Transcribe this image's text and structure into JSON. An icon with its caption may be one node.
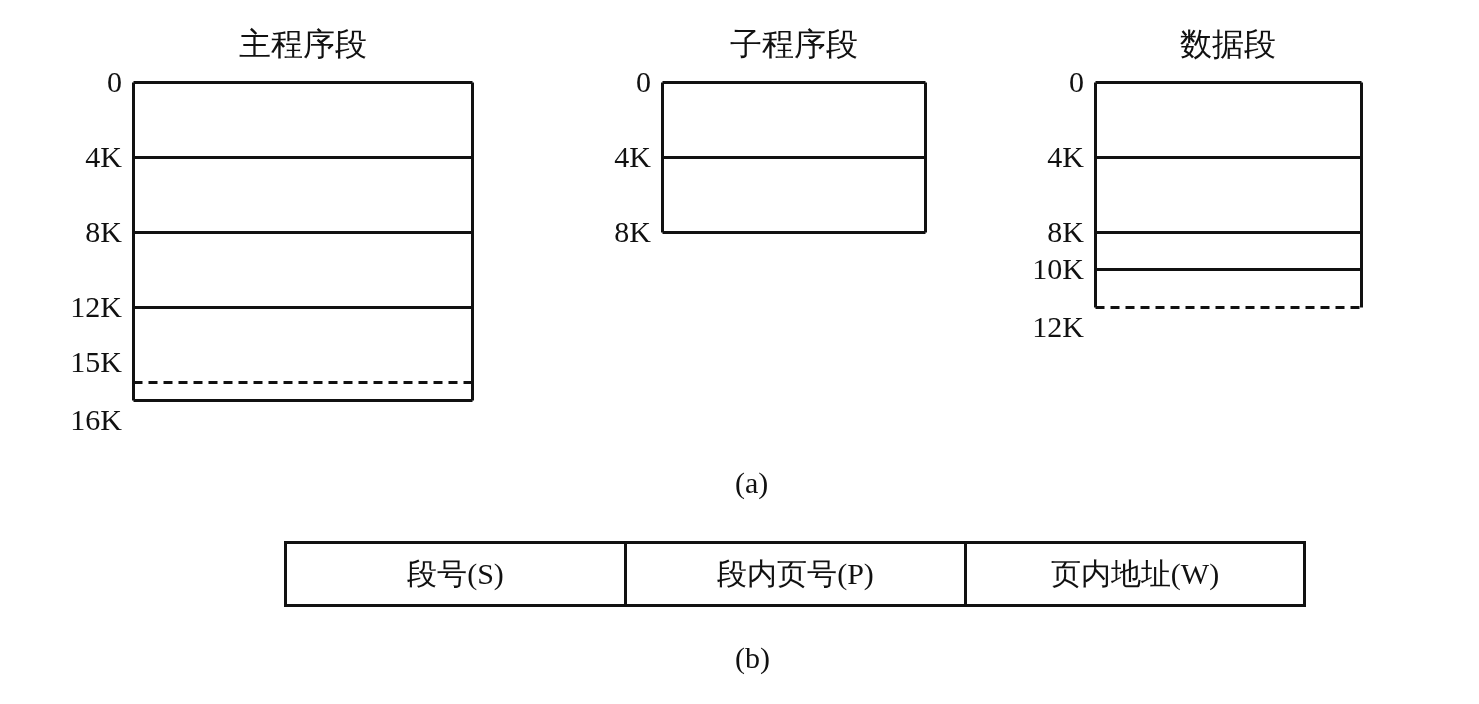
{
  "diagram": {
    "nodes": [
      {
        "text": [
          "主程序段"
        ],
        "beside": [
          "0",
          "4K",
          "8K",
          "12K",
          "15K",
          "16K"
        ]
      },
      {
        "text": [
          "子程序段"
        ],
        "beside": [
          "0",
          "4K",
          "8K"
        ]
      },
      {
        "text": [
          "数据段"
        ],
        "beside": [
          "0",
          "4K",
          "8K",
          "10K",
          "12K"
        ]
      },
      {
        "text": [
          "段号(S)"
        ]
      },
      {
        "text": [
          "段内页号(P)"
        ]
      },
      {
        "text": [
          "页内地址(W)"
        ]
      }
    ],
    "labels": [
      "(a)",
      "(b)"
    ]
  }
}
